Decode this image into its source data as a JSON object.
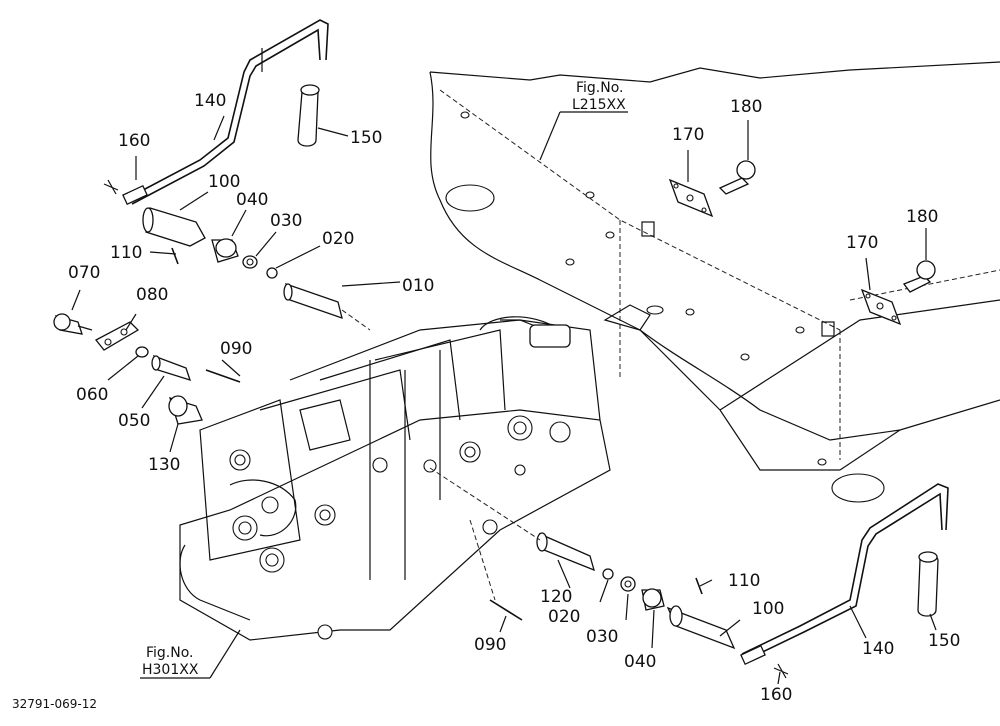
{
  "figure_refs": {
    "frame": {
      "line1": "Fig.No.",
      "line2": "L215XX"
    },
    "valve": {
      "line1": "Fig.No.",
      "line2": "H301XX"
    }
  },
  "labels": {
    "p010": "010",
    "p020_top": "020",
    "p030_top": "030",
    "p040_top": "040",
    "p050": "050",
    "p060": "060",
    "p070": "070",
    "p080": "080",
    "p090_top": "090",
    "p100_top": "100",
    "p110_top": "110",
    "p120": "120",
    "p130": "130",
    "p140_top": "140",
    "p150_top": "150",
    "p160_top": "160",
    "p170_top": "170",
    "p180_top": "180",
    "p170_right": "170",
    "p180_right": "180",
    "p020_bottom": "020",
    "p030_bottom": "030",
    "p040_bottom": "040",
    "p090_bottom": "090",
    "p100_bottom": "100",
    "p110_bottom": "110",
    "p140_bottom": "140",
    "p150_bottom": "150",
    "p160_bottom": "160"
  },
  "drawing_id": "32791-069-12"
}
